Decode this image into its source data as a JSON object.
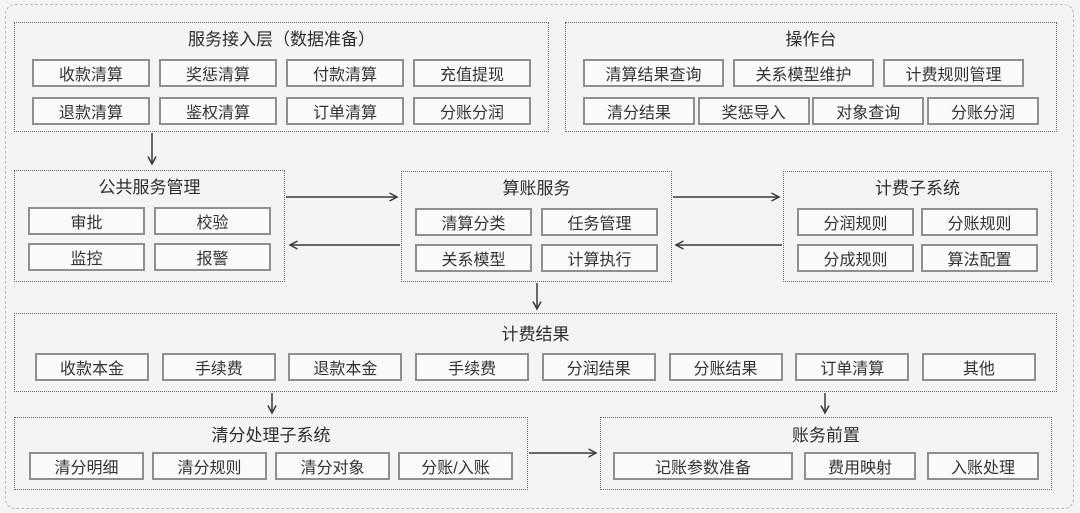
{
  "colors": {
    "background": "#f4f4f4",
    "frame_border": "#bcbcbc",
    "section_border": "#666666",
    "item_border": "#8f8f8f",
    "item_background": "#fafafa",
    "text": "#333333",
    "arrow": "#3a3a3a"
  },
  "sections": {
    "service_access": {
      "title": "服务接入层（数据准备）",
      "items": [
        "收款清算",
        "奖惩清算",
        "付款清算",
        "充值提现",
        "退款清算",
        "鉴权清算",
        "订单清算",
        "分账分润"
      ]
    },
    "console": {
      "title": "操作台",
      "row1": [
        "清算结果查询",
        "关系模型维护",
        "计费规则管理"
      ],
      "row2": [
        "清分结果",
        "奖惩导入",
        "对象查询",
        "分账分润"
      ]
    },
    "public_service": {
      "title": "公共服务管理",
      "items": [
        "审批",
        "校验",
        "监控",
        "报警"
      ]
    },
    "accounting_service": {
      "title": "算账服务",
      "items": [
        "清算分类",
        "任务管理",
        "关系模型",
        "计算执行"
      ]
    },
    "billing_subsystem": {
      "title": "计费子系统",
      "items": [
        "分润规则",
        "分账规则",
        "分成规则",
        "算法配置"
      ]
    },
    "billing_result": {
      "title": "计费结果",
      "items": [
        "收款本金",
        "手续费",
        "退款本金",
        "手续费",
        "分润结果",
        "分账结果",
        "订单清算",
        "其他"
      ]
    },
    "clearing_subsystem": {
      "title": "清分处理子系统",
      "items": [
        "清分明细",
        "清分规则",
        "清分对象",
        "分账/入账"
      ]
    },
    "accounting_front": {
      "title": "账务前置",
      "items": [
        "记账参数准备",
        "费用映射",
        "入账处理"
      ]
    }
  }
}
